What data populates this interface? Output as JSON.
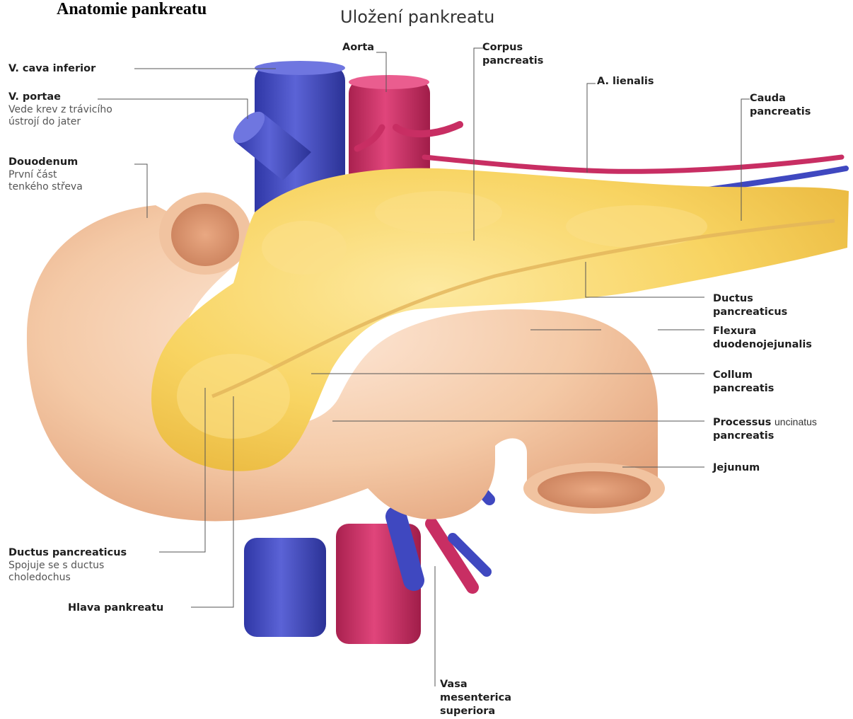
{
  "document": {
    "title": "Anatomie pankreatu"
  },
  "figure": {
    "title": "Uložení pankreatu",
    "colors": {
      "vein": "#3f48c0",
      "artery": "#c82e63",
      "pancreas": "#f6cf56",
      "intestine": "#efbe97",
      "leader_line": "#555555"
    },
    "labels": {
      "aorta": {
        "name": "Aorta"
      },
      "corpus": {
        "name": "Corpus pancreatis"
      },
      "lienalis": {
        "name": "A. lienalis"
      },
      "cauda": {
        "name": "Cauda pancreatis"
      },
      "vena_cava": {
        "name": "V. cava inferior"
      },
      "portae": {
        "name": "V. portae",
        "desc_line1": "Vede krev z trávicího",
        "desc_line2": "ústrojí do jater"
      },
      "duodenum": {
        "name": "Douodenum",
        "desc_line1": "První část",
        "desc_line2": "tenkého střeva"
      },
      "ductus_right": {
        "name": "Ductus pancreaticus"
      },
      "flexura": {
        "name": "Flexura duodenojejunalis"
      },
      "collum": {
        "name": "Collum pancreatis"
      },
      "processus": {
        "name_part1": "Processus",
        "name_part2": "uncinatus",
        "name_part3": "pancreatis"
      },
      "jejunum": {
        "name": "Jejunum"
      },
      "ductus_left": {
        "name": "Ductus pancreaticus",
        "desc_line1": "Spojuje se s ductus",
        "desc_line2": "choledochus"
      },
      "hlava": {
        "name": "Hlava pankreatu"
      },
      "vasa": {
        "name_line1": "Vasa",
        "name_line2": "mesenterica",
        "name_line3": "superiora"
      }
    }
  }
}
